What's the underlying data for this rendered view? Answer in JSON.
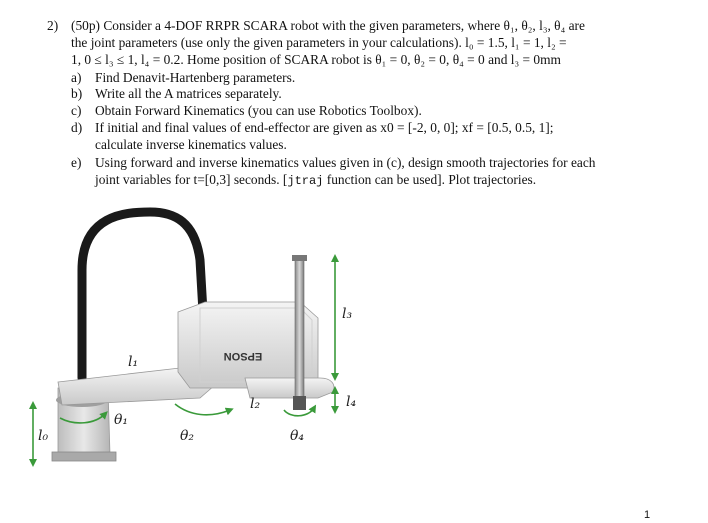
{
  "problem": {
    "number": "2)",
    "header_line1": "(50p) Consider a 4-DOF RRPR SCARA robot with the given parameters, where θ₁, θ₂, l₃, θ₄ are",
    "header_line2": "the joint parameters (use only the given parameters in your calculations). l₀ = 1.5, l₁ = 1, l₂ =",
    "header_line3": "1, 0 ≤ l₃ ≤ 1, l₄ = 0.2. Home position of SCARA robot is θ₁ = 0, θ₂ = 0, θ₄ = 0 and l₃ = 0mm",
    "items": [
      {
        "marker": "a)",
        "line1": "Find Denavit-Hartenberg parameters."
      },
      {
        "marker": "b)",
        "line1": "Write all the A matrices separately."
      },
      {
        "marker": "c)",
        "line1": "Obtain Forward Kinematics (you can use Robotics Toolbox)."
      },
      {
        "marker": "d)",
        "line1": "If initial and final values of end-effector are given as x0 = [-2, 0, 0]; xf = [0.5, 0.5, 1];",
        "line2": "calculate inverse kinematics values."
      },
      {
        "marker": "e)",
        "line1": "Using forward and inverse kinematics values given in (c), design smooth trajectories for each",
        "line2_pre": "joint variables for t=[0,3] seconds. [",
        "line2_code": "jtraj",
        "line2_post": " function can be used]. Plot trajectories."
      }
    ]
  },
  "figure": {
    "brand_label": "EPSON",
    "labels": {
      "l0": "l₀",
      "l1": "l₁",
      "l2": "l₂",
      "l3": "l₃",
      "l4": "l₄",
      "theta1": "θ₁",
      "theta2": "θ₂",
      "theta4": "θ₄"
    },
    "colors": {
      "arrow_green": "#3a9a3a",
      "cable": "#1a1a1a",
      "body": "#e4e4e4"
    }
  },
  "page_number": "1"
}
